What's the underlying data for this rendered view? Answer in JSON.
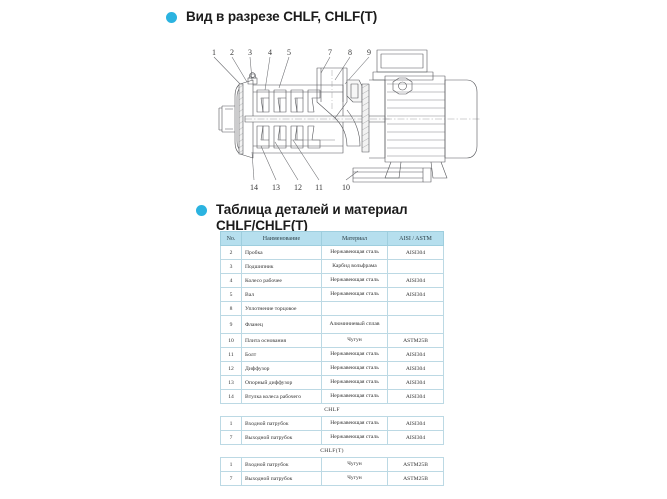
{
  "sections": {
    "diagram_heading": "Вид в разрезе CHLF, CHLF(T)",
    "table_heading_line1": "Таблица деталей и материал",
    "table_heading_line2": "CHLF/CHLF(T)"
  },
  "colors": {
    "bullet": "#2bb3e0",
    "table_header_bg": "#b6dfee",
    "table_border": "#bcd9e4",
    "text": "#2a2a2a"
  },
  "diagram": {
    "callouts_top": [
      "1",
      "2",
      "3",
      "4",
      "5",
      "7",
      "8",
      "9"
    ],
    "callouts_bottom": [
      "14",
      "13",
      "12",
      "11",
      "10"
    ]
  },
  "table": {
    "columns": [
      "No.",
      "Наименование",
      "Материал",
      "AISI / ASTM"
    ],
    "rows": [
      {
        "no": "2",
        "name": "Пробка",
        "material": "Нержавеющая сталь",
        "aisi": "AISI304"
      },
      {
        "no": "3",
        "name": "Подшипник",
        "material": "Карбид вольфрама",
        "aisi": ""
      },
      {
        "no": "4",
        "name": "Колесо рабочее",
        "material": "Нержавеющая сталь",
        "aisi": "AISI304"
      },
      {
        "no": "5",
        "name": "Вал",
        "material": "Нержавеющая сталь",
        "aisi": "AISI304"
      },
      {
        "no": "8",
        "name": "Уплотнение торцовое",
        "material": "",
        "aisi": ""
      },
      {
        "no": "9",
        "name": "Фланец",
        "material": "Алюминиевый сплав",
        "aisi": "",
        "tall": true
      },
      {
        "no": "10",
        "name": "Плита основания",
        "material": "Чугун",
        "aisi": "ASTM25B"
      },
      {
        "no": "11",
        "name": "Болт",
        "material": "Нержавеющая сталь",
        "aisi": "AISI304"
      },
      {
        "no": "12",
        "name": "Диффузор",
        "material": "Нержавеющая сталь",
        "aisi": "AISI304"
      },
      {
        "no": "13",
        "name": "Опорный диффузор",
        "material": "Нержавеющая сталь",
        "aisi": "AISI304"
      },
      {
        "no": "14",
        "name": "Втулка колеса рабочего",
        "material": "Нержавеющая сталь",
        "aisi": "AISI304"
      }
    ],
    "section_chlf": "CHLF",
    "rows_chlf": [
      {
        "no": "1",
        "name": "Входной патрубок",
        "material": "Нержавеющая сталь",
        "aisi": "AISI304"
      },
      {
        "no": "7",
        "name": "Выходной патрубок",
        "material": "Нержавеющая сталь",
        "aisi": "AISI304"
      }
    ],
    "section_chlft": "CHLF(T)",
    "rows_chlft": [
      {
        "no": "1",
        "name": "Входной патрубок",
        "material": "Чугун",
        "aisi": "ASTM25B"
      },
      {
        "no": "7",
        "name": "Выходной патрубок",
        "material": "Чугун",
        "aisi": "ASTM25B"
      }
    ]
  }
}
